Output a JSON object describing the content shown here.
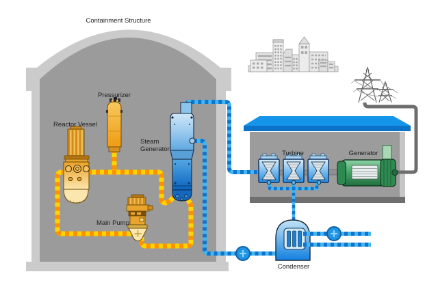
{
  "labels": {
    "containment": "Containment Structure",
    "pressurizer": "Pressurizer",
    "reactor_vessel": "Reactor Vessel",
    "steam_generator": [
      "Steam",
      "Generator"
    ],
    "main_pump": "Main Pump",
    "turbine": "Turbine",
    "generator": "Generator",
    "condenser": "Condenser"
  },
  "colors": {
    "containment_shell": "#cbcbcb",
    "containment_interior": "#9b9b9b",
    "building_wall": "#9c9c9c",
    "building_side": "#c6c6c6",
    "building_base": "#6f6f6f",
    "roof_top": "#1495ea",
    "roof_front": "#0b72c8",
    "primary_pipe": "#ffd400",
    "primary_dash": "#ff9100",
    "secondary_pipe": "#41b6f0",
    "secondary_dash": "#1273cc",
    "power_line": "#6e6e6e",
    "pump_blue": "#1f93e4"
  }
}
